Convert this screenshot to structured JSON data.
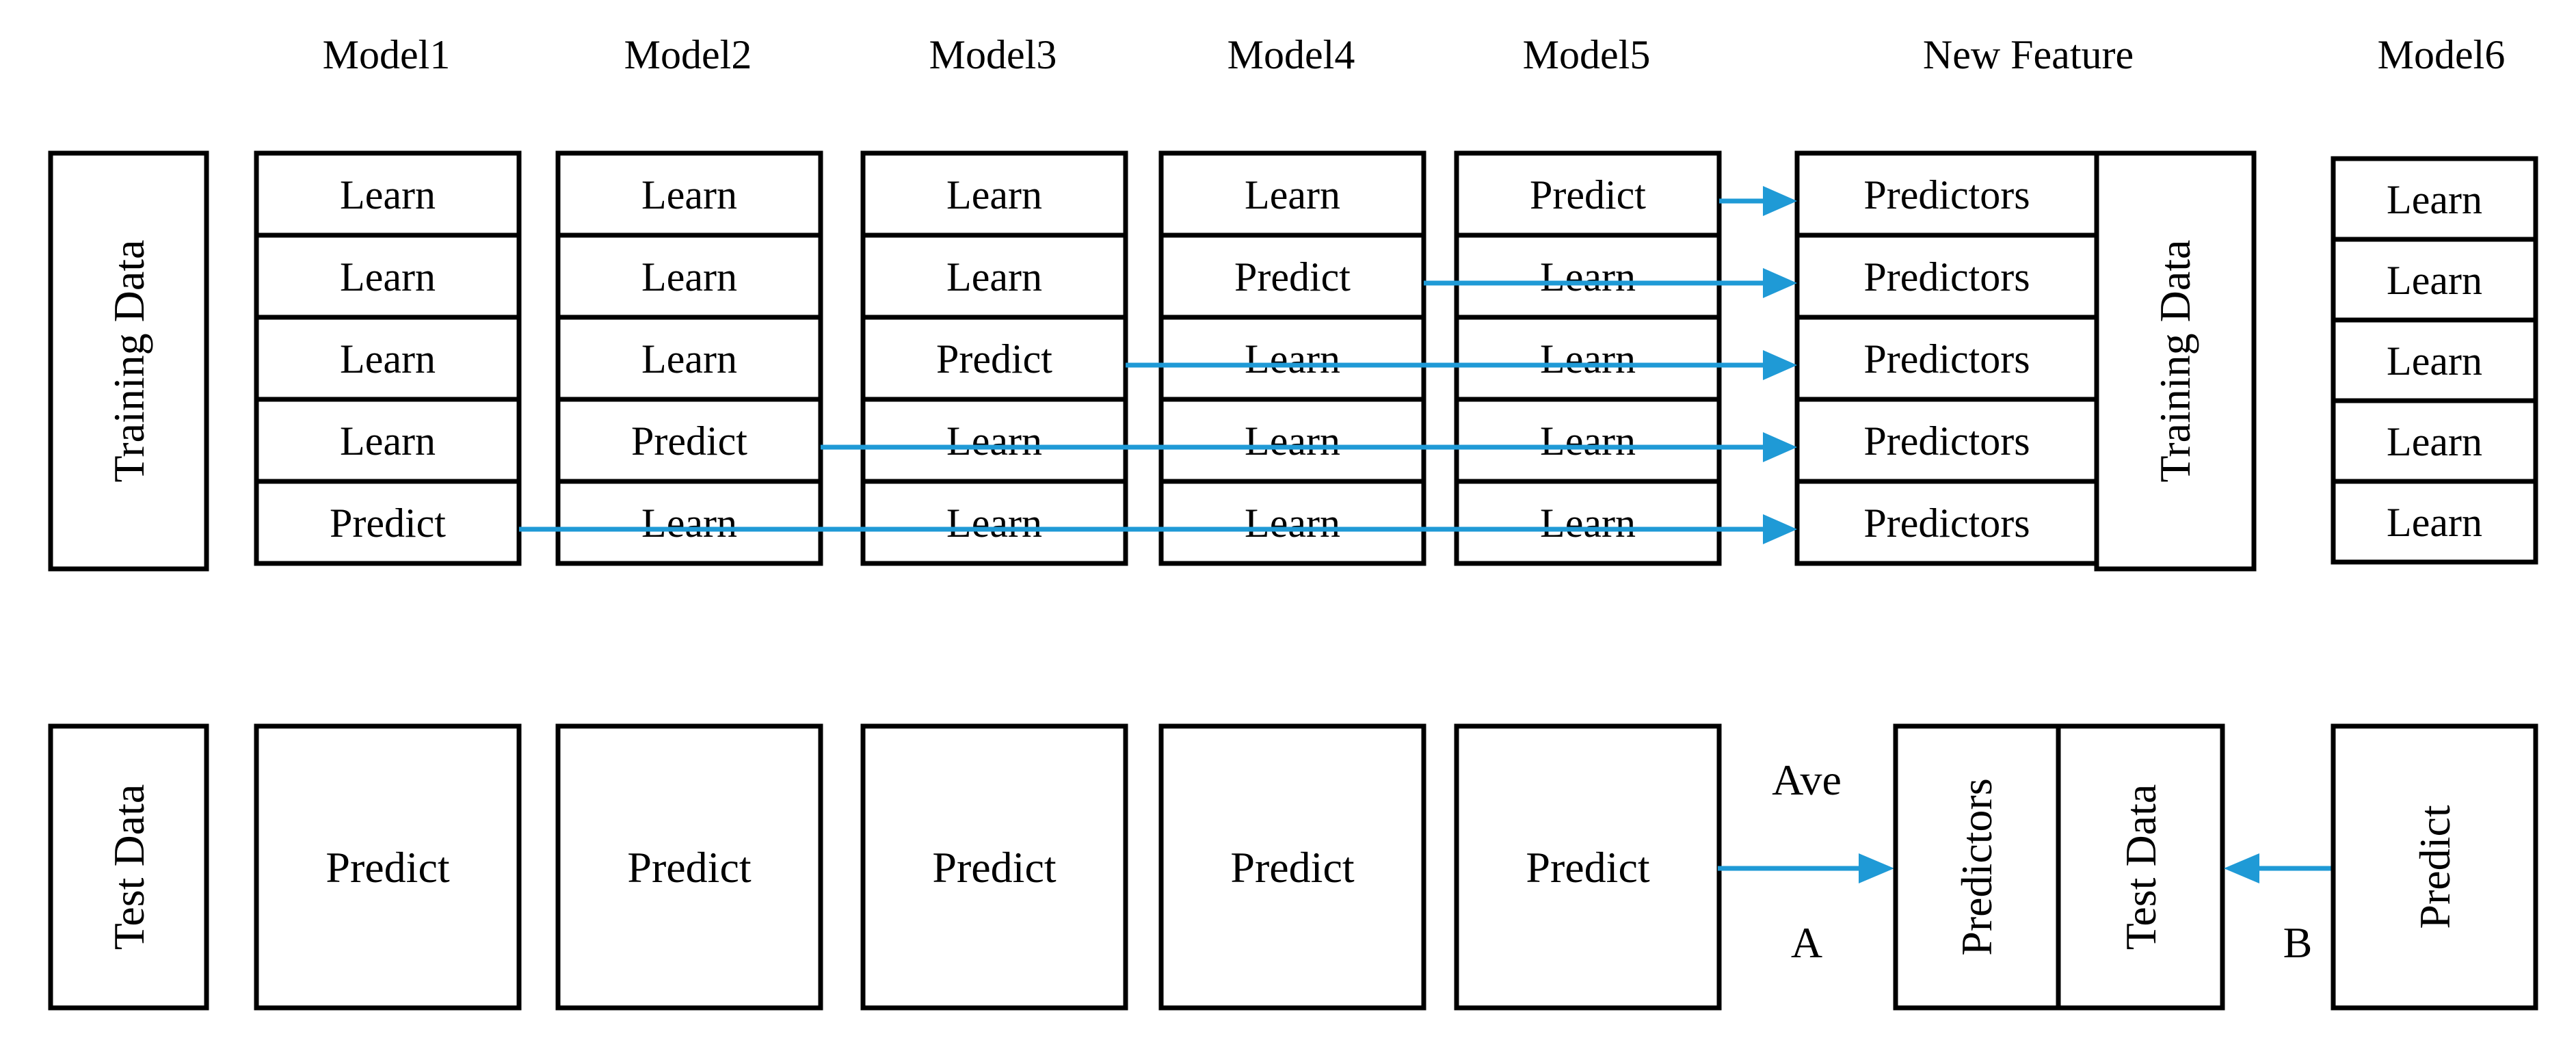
{
  "colors": {
    "arrow": "#1f9ad6",
    "stroke": "#000000",
    "background": "#ffffff"
  },
  "headers": {
    "model1": "Model1",
    "model2": "Model2",
    "model3": "Model3",
    "model4": "Model4",
    "model5": "Model5",
    "new_feature": "New Feature",
    "model6": "Model6"
  },
  "training_data_label": "Training Data",
  "test_data_label": "Test Data",
  "cells": {
    "learn": "Learn",
    "predict": "Predict",
    "predictors": "Predictors"
  },
  "models": [
    {
      "rows": [
        "Learn",
        "Learn",
        "Learn",
        "Learn",
        "Predict"
      ]
    },
    {
      "rows": [
        "Learn",
        "Learn",
        "Learn",
        "Predict",
        "Learn"
      ]
    },
    {
      "rows": [
        "Learn",
        "Learn",
        "Predict",
        "Learn",
        "Learn"
      ]
    },
    {
      "rows": [
        "Learn",
        "Predict",
        "Learn",
        "Learn",
        "Learn"
      ]
    },
    {
      "rows": [
        "Predict",
        "Learn",
        "Learn",
        "Learn",
        "Learn"
      ]
    }
  ],
  "new_feature_rows": [
    "Predictors",
    "Predictors",
    "Predictors",
    "Predictors",
    "Predictors"
  ],
  "model6_rows": [
    "Learn",
    "Learn",
    "Learn",
    "Learn",
    "Learn"
  ],
  "test_row": {
    "model_predict": "Predict",
    "ave_label": "Ave",
    "a_label": "A",
    "predictors": "Predictors",
    "test_data": "Test Data",
    "b_label": "B",
    "model6_predict": "Predict"
  }
}
